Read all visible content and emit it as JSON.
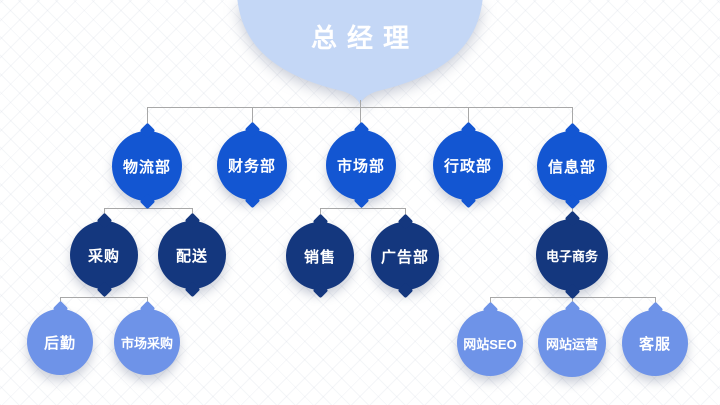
{
  "colors": {
    "level1": "#c4d7f6",
    "level2": "#1356d2",
    "level3": "#14377e",
    "level4": "#6e93e8",
    "connector": "#a8a8a8",
    "text": "#ffffff"
  },
  "org_chart": {
    "type": "org-tree-diagram",
    "root": {
      "label": "总经理"
    },
    "departments": [
      {
        "label": "物流部",
        "children": [
          {
            "label": "采购",
            "children": [
              {
                "label": "后勤"
              },
              {
                "label": "市场采购"
              }
            ]
          },
          {
            "label": "配送"
          }
        ]
      },
      {
        "label": "财务部"
      },
      {
        "label": "市场部",
        "children": [
          {
            "label": "销售"
          },
          {
            "label": "广告部"
          }
        ]
      },
      {
        "label": "行政部"
      },
      {
        "label": "信息部",
        "children": [
          {
            "label": "电子商务",
            "children": [
              {
                "label": "网站SEO"
              },
              {
                "label": "网站运营"
              },
              {
                "label": "客服"
              }
            ]
          }
        ]
      }
    ]
  }
}
